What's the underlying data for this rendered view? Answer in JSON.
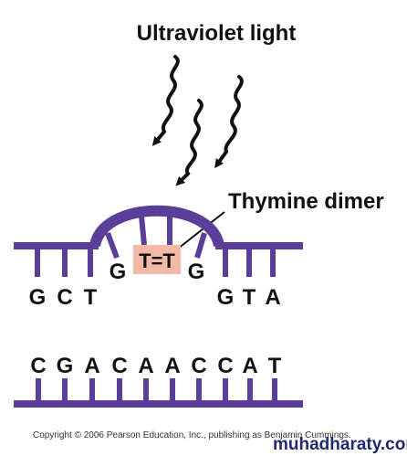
{
  "title": "Ultraviolet light",
  "dimer_label": "Thymine dimer",
  "dimer_text": "T=T",
  "top_strand": {
    "left_bases": [
      "G",
      "C",
      "T"
    ],
    "bulge_left": "G",
    "bulge_right": "G",
    "right_bases": [
      "G",
      "T",
      "A"
    ]
  },
  "bottom_strand": {
    "bases": [
      "C",
      "G",
      "A",
      "C",
      "A",
      "A",
      "C",
      "C",
      "A",
      "T"
    ]
  },
  "copyright": "Copyright © 2006 Pearson Education, Inc., publishing as Benjamin Cummings.",
  "watermark": "muhadharaty.com",
  "colors": {
    "backbone": "#5b3e9a",
    "dimer_box": "#f4b9a6",
    "text": "#111111"
  }
}
